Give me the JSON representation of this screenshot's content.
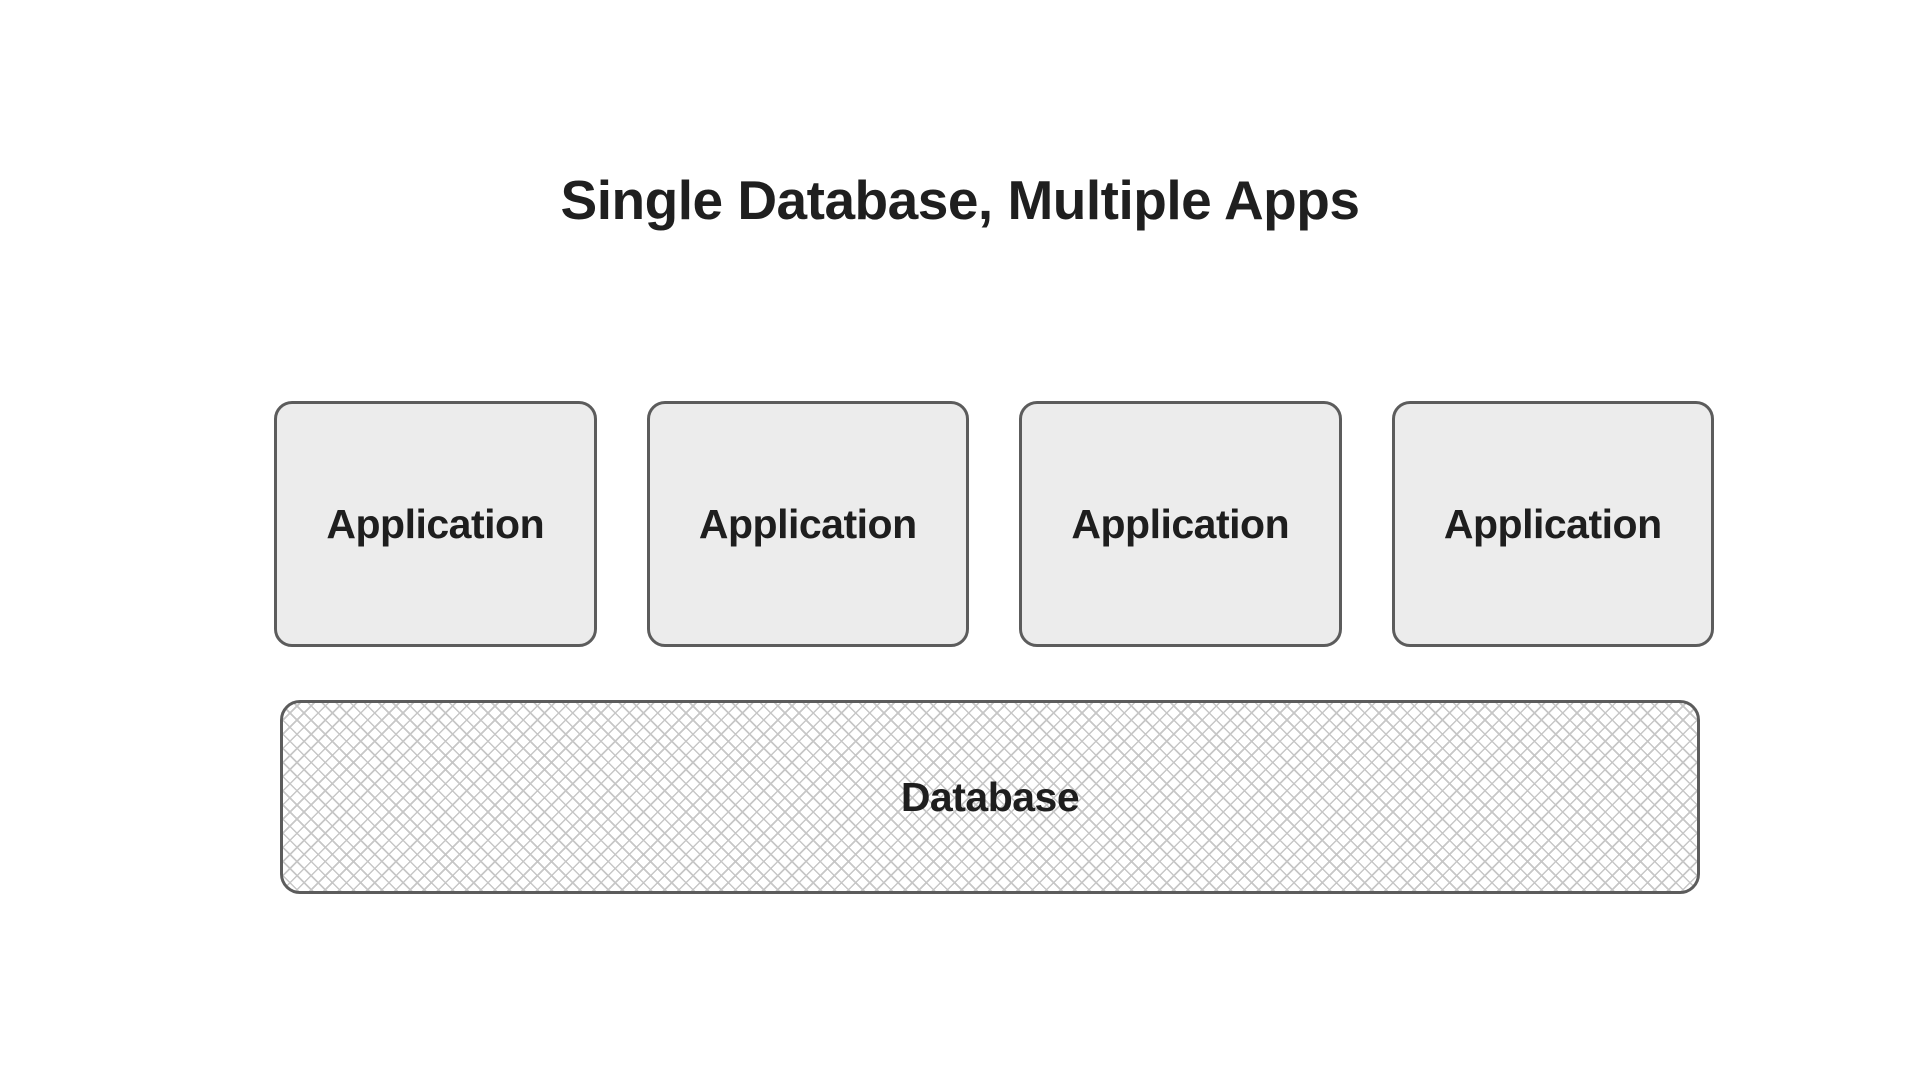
{
  "title": "Single Database, Multiple Apps",
  "diagram": {
    "applications": [
      {
        "label": "Application"
      },
      {
        "label": "Application"
      },
      {
        "label": "Application"
      },
      {
        "label": "Application"
      }
    ],
    "database": {
      "label": "Database"
    }
  },
  "colors": {
    "background": "#ffffff",
    "box_fill": "#ececec",
    "box_border": "#5c5c5c",
    "text": "#1e1e1e",
    "hatch_line": "#c7c7c7"
  }
}
